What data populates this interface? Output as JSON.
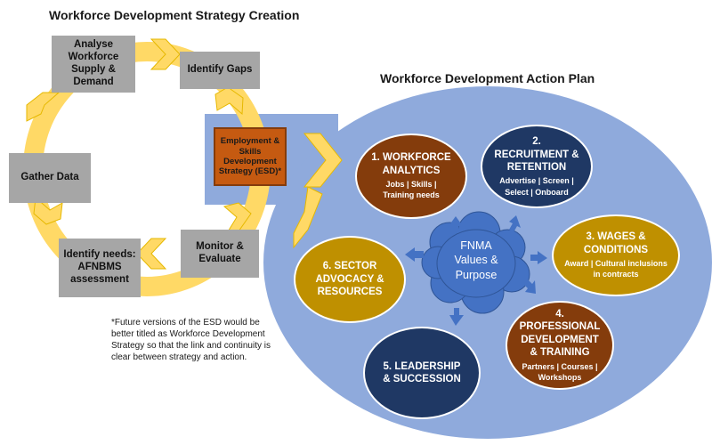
{
  "strategy": {
    "title": "Workforce Development Strategy Creation",
    "steps": {
      "analyse": "Analyse Workforce Supply & Demand",
      "gaps": "Identify Gaps",
      "esd": "Employment & Skills Development Strategy (ESD)*",
      "monitor": "Monitor & Evaluate",
      "needs": "Identify needs: AFNBMS assessment",
      "gather": "Gather Data"
    },
    "note": "*Future versions of the ESD would be better titled as Workforce Development Strategy so that the link and continuity is clear between strategy and action."
  },
  "action_plan": {
    "title": "Workforce Development Action Plan",
    "center": "FNMA Values & Purpose",
    "items": [
      {
        "heading": "1. WORKFORCE ANALYTICS",
        "sub": "Jobs | Skills | Training needs"
      },
      {
        "heading": "2. RECRUITMENT & RETENTION",
        "sub": "Advertise | Screen | Select | Onboard"
      },
      {
        "heading": "3. WAGES & CONDITIONS",
        "sub": "Award | Cultural inclusions in contracts"
      },
      {
        "heading": "4. PROFESSIONAL DEVELOPMENT & TRAINING",
        "sub": "Partners | Courses | Workshops"
      },
      {
        "heading": "5. LEADERSHIP & SUCCESSION",
        "sub": ""
      },
      {
        "heading": "6. SECTOR ADVOCACY & RESOURCES",
        "sub": ""
      }
    ]
  },
  "colors": {
    "ring": "#ffd966",
    "panel": "#8faadc",
    "grey_box": "#a6a6a6",
    "esd_box": "#c55a11",
    "brown": "#843c0c",
    "navy": "#1f3864",
    "gold": "#bf9000",
    "cloud": "#4472c4",
    "small_arrow": "#4472c4"
  }
}
